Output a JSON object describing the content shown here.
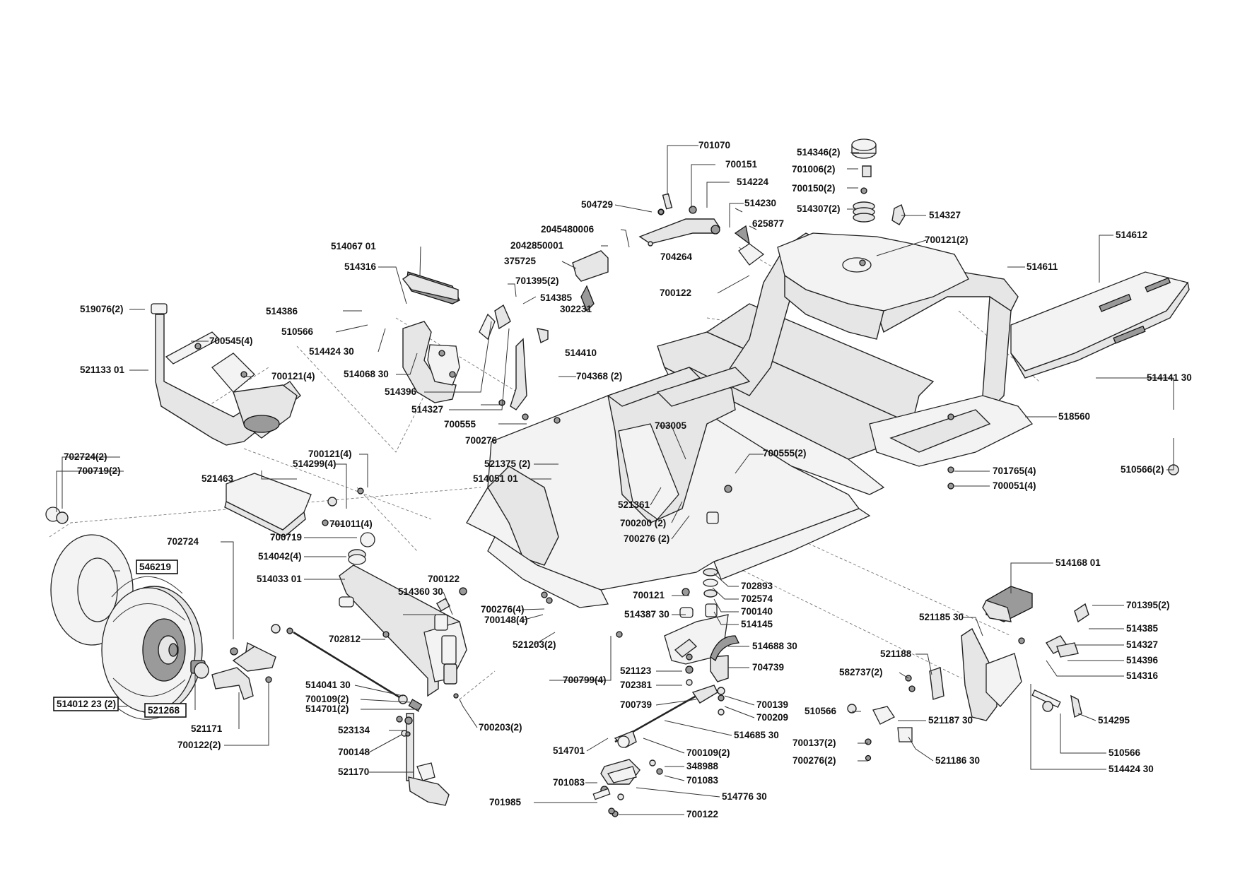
{
  "diagram": {
    "type": "exploded parts diagram",
    "part_numbers": [
      "701070",
      "700151",
      "514224",
      "514230",
      "504729",
      "2045480006",
      "2042850001",
      "375725",
      "704264",
      "625877",
      "514346(2)",
      "701006(2)",
      "700150(2)",
      "514307(2)",
      "514327",
      "700121(2)",
      "514612",
      "514611",
      "700122",
      "514067 01",
      "514316",
      "514386",
      "510566",
      "514424 30",
      "514068 30",
      "514396",
      "701395(2)",
      "514385",
      "302231",
      "514327",
      "514410",
      "519076(2)",
      "700545(4)",
      "700121(4)",
      "521133 01",
      "704368 (2)",
      "700555",
      "700276",
      "703005",
      "700555(2)",
      "521375 (2)",
      "514051 01",
      "521361",
      "700200 (2)",
      "700276 (2)",
      "514141 30",
      "518560",
      "701765(4)",
      "700051(4)",
      "510566(2)",
      "702724(2)",
      "700719(2)",
      "700121(4)",
      "514299(4)",
      "521463",
      "701011(4)",
      "700719",
      "702724",
      "546219",
      "514042(4)",
      "514033 01",
      "700122",
      "514360 30",
      "700276(4)",
      "700148(4)",
      "521203(2)",
      "702812",
      "700799(4)",
      "514012 23 (2)",
      "521268",
      "521171",
      "700122(2)",
      "514041 30",
      "700109(2)",
      "514701(2)",
      "700203(2)",
      "523134",
      "700148",
      "521170",
      "702893",
      "702574",
      "700121",
      "514387 30",
      "700140",
      "514145",
      "514688 30",
      "521123",
      "702381",
      "704739",
      "700739",
      "700139",
      "700209",
      "514685 30",
      "514701",
      "700109(2)",
      "348988",
      "701083",
      "701083",
      "514776 30",
      "701985",
      "700122",
      "514168 01",
      "701395(2)",
      "521185 30",
      "514385",
      "514327",
      "514396",
      "514316",
      "521188",
      "582737(2)",
      "510566",
      "521187 30",
      "514295",
      "700137(2)",
      "521186 30",
      "700276(2)",
      "510566",
      "514424 30"
    ],
    "boxed_part_numbers": [
      "546219",
      "514012 23 (2)",
      "521268"
    ]
  }
}
